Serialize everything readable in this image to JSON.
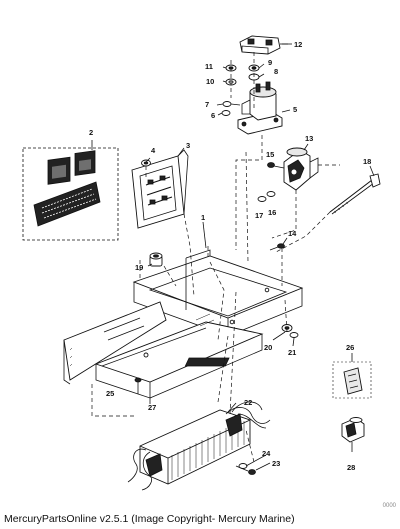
{
  "footer": {
    "text": "MercuryPartsOnline v2.5.1 (Image Copyright- Mercury Marine)"
  },
  "corner_mark": "0000",
  "callouts": {
    "c1": "1",
    "c2": "2",
    "c3": "3",
    "c4": "4",
    "c5": "5",
    "c6": "6",
    "c7": "7",
    "c8": "8",
    "c9": "9",
    "c10": "10",
    "c11": "11",
    "c12": "12",
    "c13": "13",
    "c14": "14",
    "c15": "15",
    "c16": "16",
    "c17": "17",
    "c18": "18",
    "c19": "19",
    "c20": "20",
    "c21": "21",
    "c22": "22",
    "c23": "23",
    "c24": "24",
    "c25": "25",
    "c26": "26",
    "c27": "27",
    "c28": "28"
  }
}
